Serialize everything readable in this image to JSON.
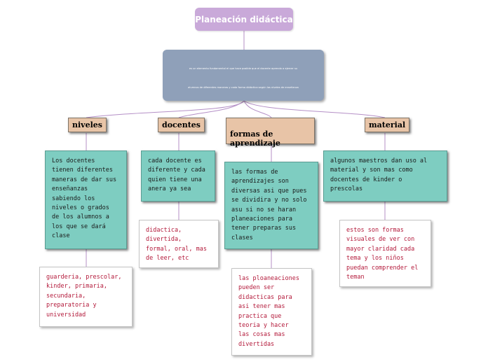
{
  "root": {
    "title": "Planeación didáctica"
  },
  "main": {
    "line1": "es un elemento fundamental el que hace posible que el docente aprenda a ejercer su",
    "line2": "alumnos de diferentes maneras y cada forma didáctica según los niveles de enseñanza"
  },
  "topics": {
    "niveles": "niveles",
    "docentes": "docentes",
    "formas": "formas de\naprendizaje",
    "material": "material"
  },
  "details": {
    "niveles": "Los docentes\ntienen diferentes\nmaneras de dar sus\nenseñanzas\nsabiendo los\nniveles o grados\nde los alumnos a\nlos que se dará\nclase",
    "docentes": "cada docente es\ndiferente y cada\nquien tiene una\nanera ya sea",
    "formas": "las formas de\naprendizajes son\ndiversas asi que pues\nse dividira y no solo\nasu si no se haran\nplaneaciones para\ntener preparas sus\nclases",
    "material": "algunos maestros dan uso al\nmaterial y son mas como\ndocentes de kinder o\nprescolas"
  },
  "notes": {
    "niveles": "guarderia, prescolar,\nkinder, primaria,\nsecundaria,\npreparatoria y\nuniversidad",
    "docentes": "didactica,\ndivertida,\nformal, oral, mas\nde leer, etc",
    "formas": "las ploaneaciones\npueden ser\ndidacticas para\nasi tener mas\npractica que\nteoria y hacer\nlas cosas mas\ndivertidas",
    "material": "estos son formas\nvisuales de ver con\nmayor claridad cada\ntema y los niños\npuedan comprender el\nteman"
  },
  "colors": {
    "root": "#c9a9d9",
    "main": "#8fa0b9",
    "topic": "#e8c4a7",
    "detail": "#7ecdc1",
    "note_text": "#b3193a",
    "connector": "#b48fc6"
  }
}
